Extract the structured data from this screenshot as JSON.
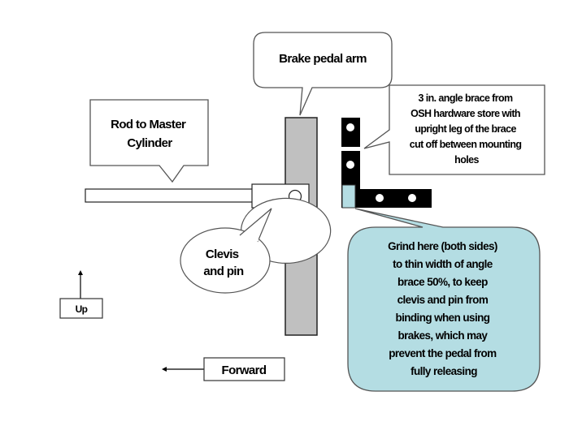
{
  "diagram": {
    "callouts": {
      "brake_pedal_arm": {
        "lines": [
          "Brake pedal arm"
        ]
      },
      "rod_to_master": {
        "lines": [
          "Rod to Master",
          "Cylinder"
        ]
      },
      "angle_brace": {
        "lines": [
          "3 in. angle brace from",
          "OSH hardware store with",
          "upright leg of the brace",
          "cut off between mounting",
          "holes"
        ]
      },
      "clevis_pin": {
        "lines": [
          "Clevis",
          "and pin"
        ]
      },
      "grind_here": {
        "lines": [
          "Grind here (both sides)",
          "to thin width of angle",
          "brace 50%, to keep",
          "clevis and pin from",
          "binding when using",
          "brakes, which may",
          "prevent the pedal from",
          "fully releasing"
        ]
      }
    },
    "direction_labels": {
      "up": "Up",
      "forward": "Forward"
    },
    "colors": {
      "pedal_arm": "#c0c0c0",
      "brace": "#000000",
      "grind_area": "#b4dde3",
      "outline": "#333333",
      "callout_fill": "#ffffff"
    }
  }
}
